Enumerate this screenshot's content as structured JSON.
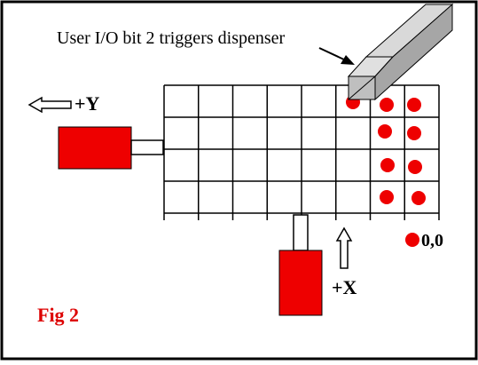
{
  "figure": {
    "caption": "Fig 2",
    "annotation": "User I/O bit 2 triggers dispenser",
    "y_axis_label": "+Y",
    "x_axis_label": "+X",
    "origin_label": "0,0"
  },
  "grid": {
    "rows": 4,
    "cols": 8
  },
  "colors": {
    "motor_red": "#ee0000",
    "dot_red": "#ee0000",
    "caption_red": "#dd0000",
    "line": "#000000",
    "dispenser_top": "#d9d9d9",
    "dispenser_side": "#a6a6a6",
    "dispenser_end": "#bfbfbf"
  },
  "icons": {
    "left_arrow": "hollow-arrow-left-icon",
    "up_arrow": "hollow-arrow-up-icon",
    "dispenser": "dispenser-nozzle-icon"
  }
}
